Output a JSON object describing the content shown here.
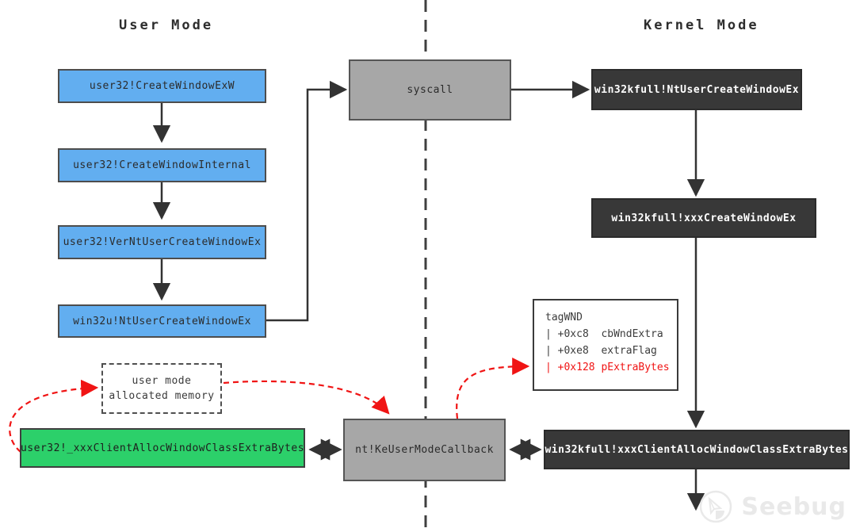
{
  "headers": {
    "left": "User Mode",
    "right": "Kernel Mode"
  },
  "user_mode_chain": [
    {
      "label": "user32!CreateWindowExW"
    },
    {
      "label": "user32!CreateWindowInternal"
    },
    {
      "label": "user32!VerNtUserCreateWindowEx"
    },
    {
      "label": "win32u!NtUserCreateWindowEx"
    }
  ],
  "syscall_box": {
    "label": "syscall"
  },
  "kernel_chain": [
    {
      "label": "win32kfull!NtUserCreateWindowEx"
    },
    {
      "label": "win32kfull!xxxCreateWindowEx"
    },
    {
      "label": "win32kfull!xxxClientAllocWindowClassExtraBytes"
    }
  ],
  "tagwnd_box": {
    "title": "tagWND",
    "rows": [
      {
        "text": "| +0xc8  cbWndExtra",
        "highlight": false
      },
      {
        "text": "| +0xe8  extraFlag",
        "highlight": false
      },
      {
        "text": "| +0x128 pExtraBytes",
        "highlight": true
      }
    ]
  },
  "user_memory_box": {
    "line1": "user mode",
    "line2": "allocated memory"
  },
  "green_box": {
    "label": "user32!_xxxClientAllocWindowClassExtraBytes"
  },
  "callback_box": {
    "label": "nt!KeUserModeCallback"
  },
  "watermark": {
    "label": "Seebug"
  },
  "colors": {
    "user_box_fill": "#62aef0",
    "kernel_box_fill": "#383838",
    "syscall_fill": "#a7a7a7",
    "green_fill": "#2cd06a",
    "highlight_red": "#f01414",
    "line_dark": "#333333",
    "watermark_gray": "#e9e9e9"
  }
}
